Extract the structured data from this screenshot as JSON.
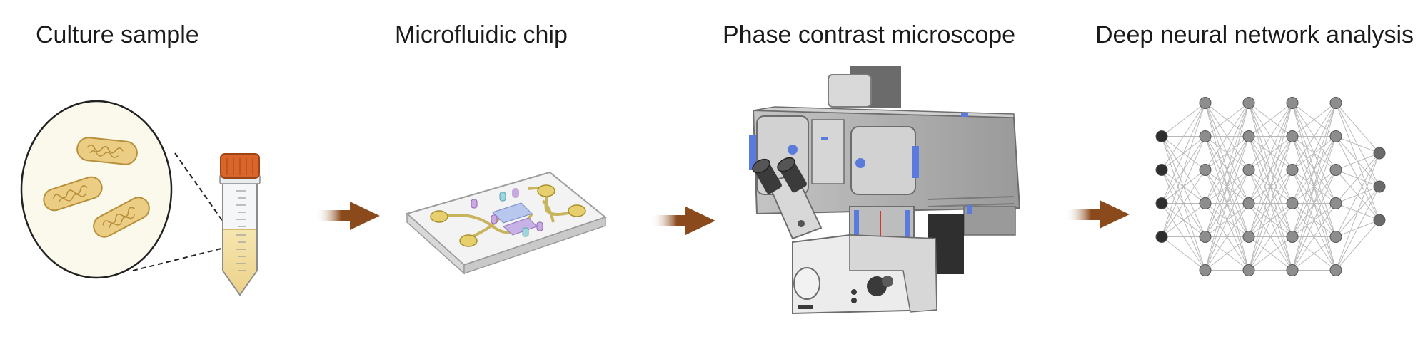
{
  "steps": [
    {
      "id": "culture",
      "title": "Culture sample",
      "icon": "culture-tube-icon"
    },
    {
      "id": "chip",
      "title": "Microfluidic chip",
      "icon": "microfluidic-chip-icon"
    },
    {
      "id": "microscope",
      "title": "Phase contrast microscope",
      "icon": "microscope-icon"
    },
    {
      "id": "nn",
      "title": "Deep neural network analysis",
      "icon": "neural-network-icon"
    }
  ],
  "arrow_icon": "right-arrow-icon",
  "colors": {
    "arrow": "#8b4a1c",
    "cap": "#d9652a",
    "bacteria": "#e9c97c",
    "medium": "#f2dfa2",
    "microscope_body": "#a9a9a9",
    "accent_blue": "#5b7bdc",
    "nn_input": "#2e2e2e",
    "nn_node": "#8d8d8d"
  },
  "network": {
    "layers": [
      4,
      6,
      6,
      6,
      6,
      3
    ]
  }
}
